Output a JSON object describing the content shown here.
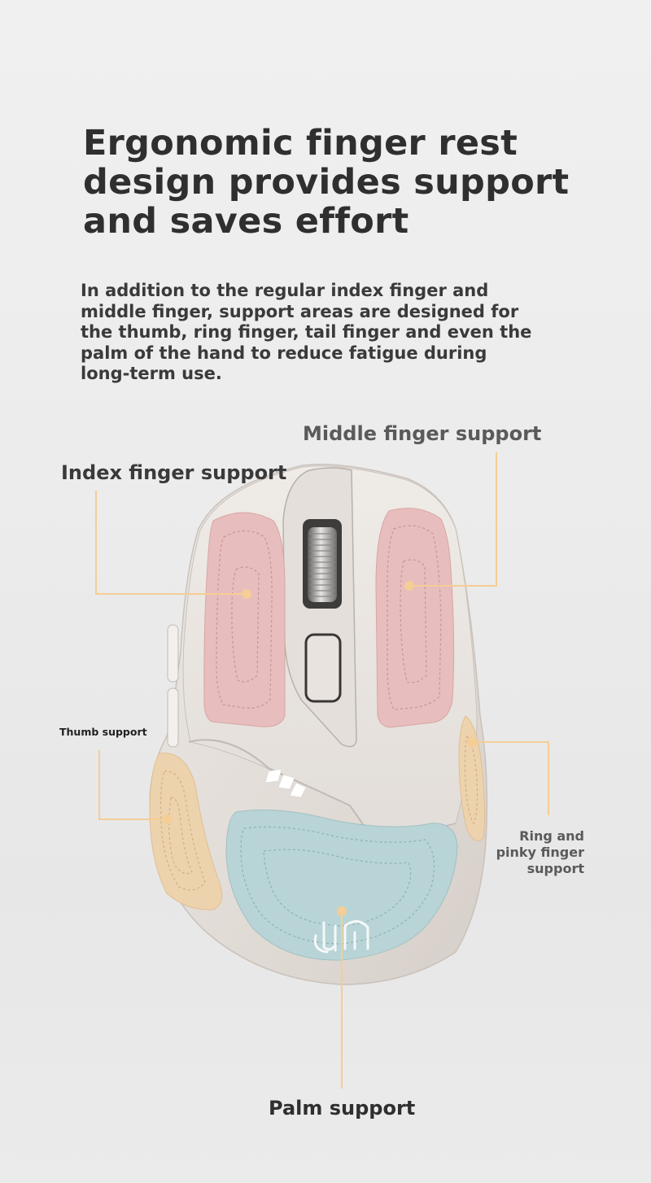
{
  "headline": "Ergonomic finger rest\ndesign provides support\nand saves effort",
  "description": "In addition to the regular index finger and\nmiddle finger, support areas are designed for\nthe thumb, ring finger, tail finger and even the\npalm of the hand to reduce fatigue during\nlong-term use.",
  "callouts": {
    "middle": "Middle finger support",
    "index": "Index finger support",
    "thumb": "Thumb support",
    "ring": "Ring and\npinky finger\nsupport",
    "palm": "Palm support"
  },
  "colors": {
    "mouse_body": "#e3ddd8",
    "finger_pad": "#e8bdbd",
    "thumb_pad": "#edd3ad",
    "palm_pad": "#b9d4d6",
    "callout_line": "#f5cd96"
  }
}
